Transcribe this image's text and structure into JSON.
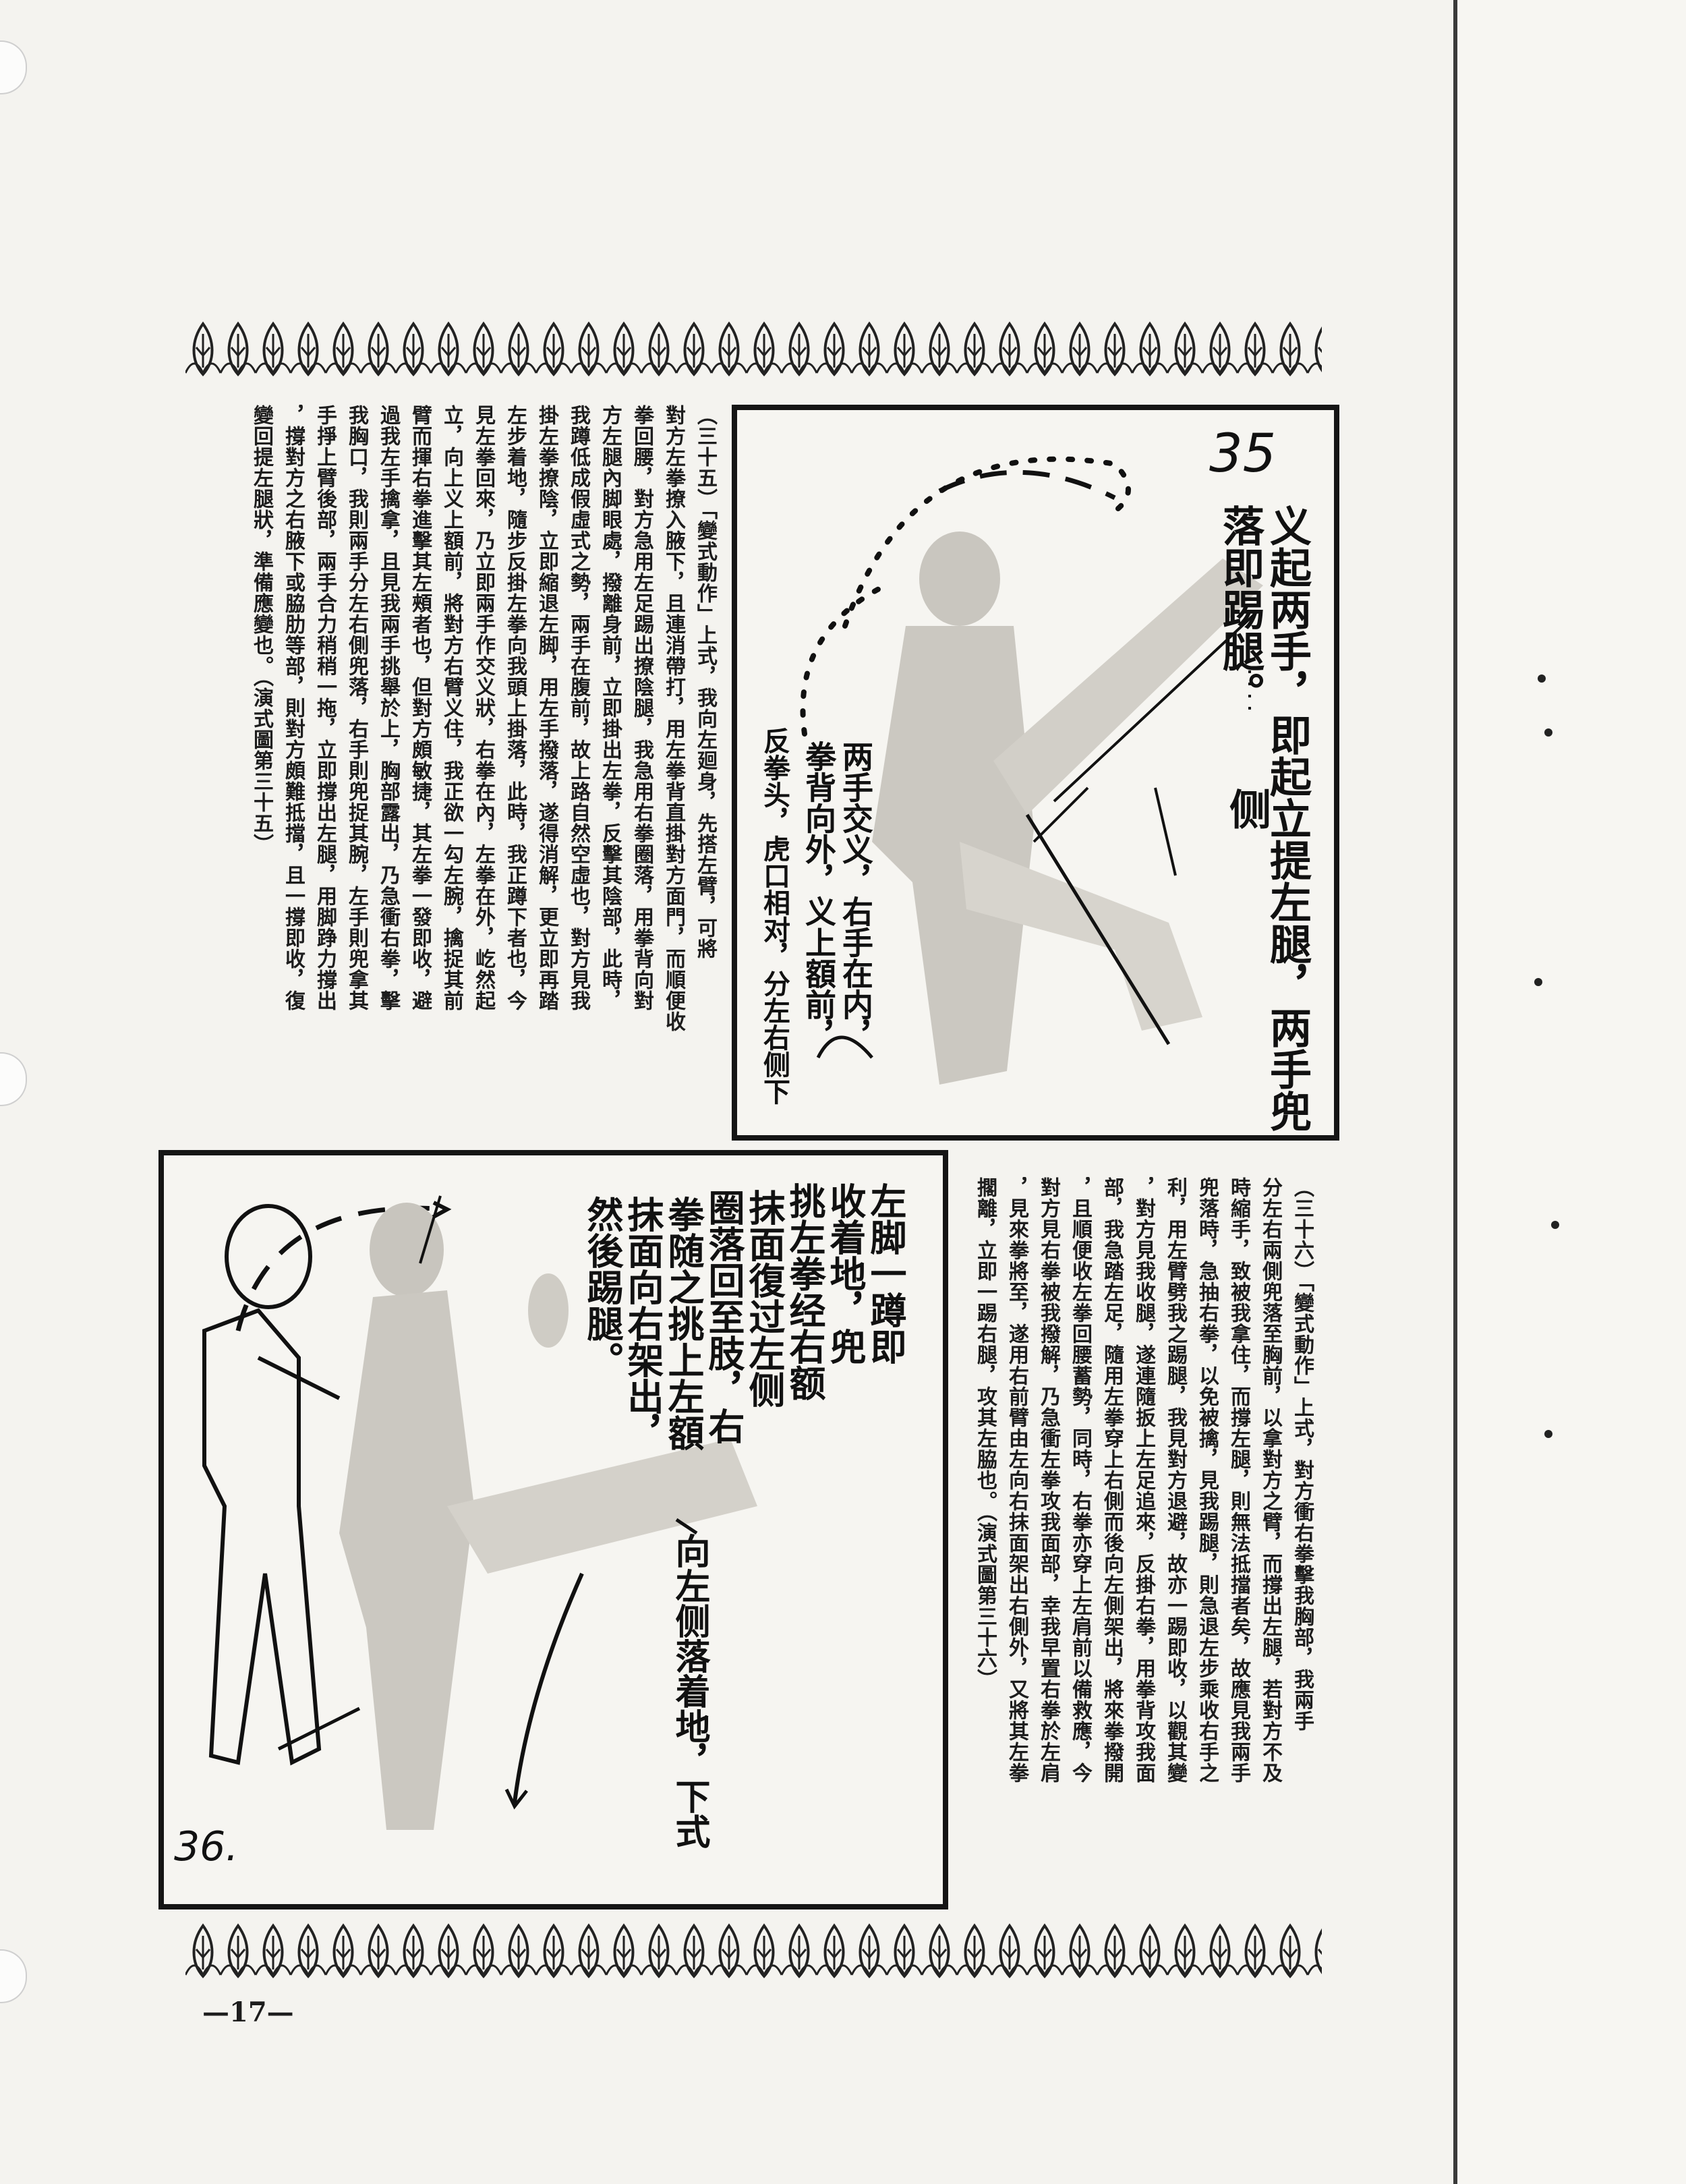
{
  "page": {
    "page_number": "—17—"
  },
  "figure35": {
    "number": "35",
    "caption_lines": [
      "义起两手，即起立提左腿，两手兜",
      "落即踢腿。",
      "两手交义，右手在内，",
      "拳背向外，义上額前，",
      "反拳头，虎口相对，分左右侧下"
    ],
    "label_right": "侧"
  },
  "figure36": {
    "number": "36.",
    "caption_lines": [
      "左脚一蹲即",
      "收着地，兜",
      "挑左拳经右额",
      "抹面復过左侧",
      "圈落回至肢，右",
      "拳随之挑上左額",
      "抹面向右架出，",
      "然後踢腿。"
    ],
    "label_lower": "向左侧落着地，下式"
  },
  "text35": {
    "columns": [
      "（三十五）「變式動作」上式，我向左廻身，先搭左臂，可將",
      "對方左拳撩入腋下，且連消帶打，用左拳背直掛對方面門，而順便收",
      "拳回腰，對方急用左足踢出撩陰腿，我急用右拳圈落，用拳背向對",
      "方左腿內脚眼處，撥離身前，立即掛出左拳，反擊其陰部，此時，",
      "我蹲低成假虛式之勢，兩手在腹前，故上路自然空虛也，對方見我",
      "掛左拳撩陰，立即縮退左脚，用左手撥落，遂得消解，更立即再踏",
      "左步着地，隨步反掛左拳向我頭上掛落，此時，我正蹲下者也，今",
      "見左拳回來，乃立即兩手作交义狀，右拳在內，左拳在外，屹然起",
      "立，向上义上額前，將對方右臂义住，我正欲一勾左腕，擒捉其前",
      "臂而揮右拳進擊其左頰者也，但對方頗敏捷，其左拳一發即收，避",
      "過我左手擒拿，且見我兩手挑舉於上，胸部露出，乃急衝右拳，擊",
      "我胸口，我則兩手分左右側兜落，右手則兜捉其腕，左手則兜拿其",
      "手掙上臂後部，兩手合力稍稍一拖，立即撐出左腿，用脚踭力撐出",
      "，撐對方之右腋下或脇肋等部，則對方頗難抵擋，且一撐即收，復",
      "變回提左腿狀，準備應變也。（演式圖第三十五）"
    ]
  },
  "text36": {
    "columns": [
      "（三十六）「變式動作」上式，對方衝右拳擊我胸部，我兩手",
      "分左右兩側兜落至胸前，以拿對方之臂，而撐出左腿，若對方不及",
      "時縮手，致被我拿住，而撐左腿，則無法抵擋者矣，故應見我兩手",
      "兜落時，急抽右拳，以免被擒，見我踢腿，則急退左步乘收右手之",
      "利，用左臂劈我之踢腿，我見對方退避，故亦一踢即收，以觀其變",
      "，對方見我收腿，遂連隨扳上左足追來，反掛右拳，用拳背攻我面",
      "部，我急踏左足，隨用左拳穿上右側而後向左側架出，將來拳撥開",
      "，且順便收左拳回腰蓄勢，同時，右拳亦穿上左肩前以備救應，今",
      "對方見右拳被我撥解，乃急衝左拳攻我面部，幸我早置右拳於左肩",
      "，見來拳將至，遂用右前臂由左向右抹面架出右側外，又將其左拳",
      "擱離，立即一踢右腿，攻其左脇也。（演式圖第三十六）"
    ]
  }
}
